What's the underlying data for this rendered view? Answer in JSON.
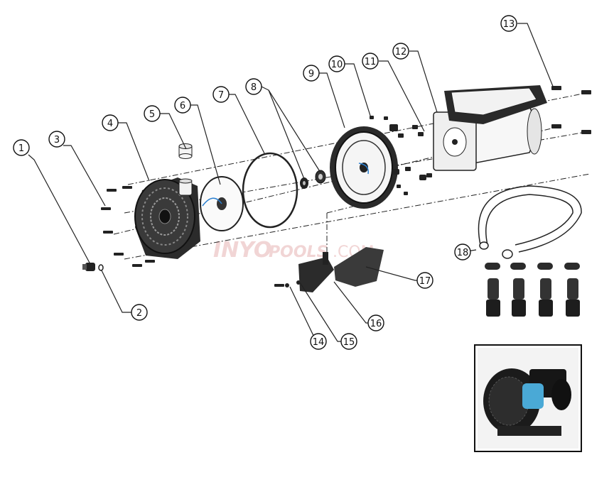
{
  "diagram": {
    "callouts": [
      "1",
      "2",
      "3",
      "4",
      "5",
      "6",
      "7",
      "8",
      "9",
      "10",
      "11",
      "12",
      "13",
      "14",
      "15",
      "16",
      "17",
      "18"
    ]
  },
  "watermark": {
    "brand_a": "INYO",
    "brand_b": "POOLS",
    "brand_c": ".COM"
  },
  "colors": {
    "line": "#1a1a1a",
    "accent_blue": "#2a7fd0",
    "watermark": "#e9b9b9"
  }
}
